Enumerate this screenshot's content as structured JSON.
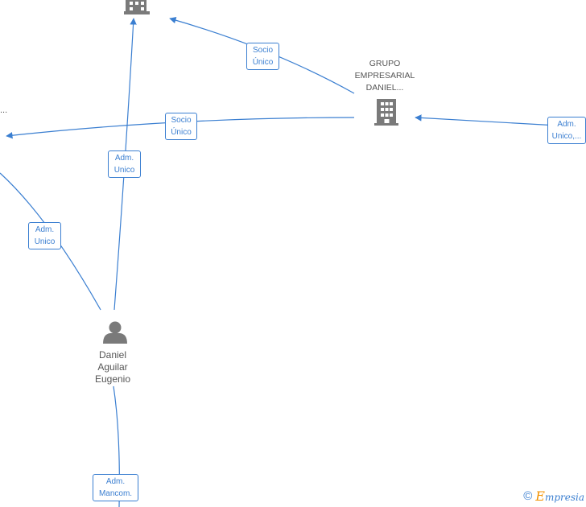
{
  "nodes": {
    "company_top": {
      "name": "",
      "icon": "building-icon"
    },
    "company_grupo": {
      "lines": [
        "GRUPO",
        "EMPRESARIAL",
        "DANIEL..."
      ],
      "icon": "building-icon"
    },
    "person_daniel": {
      "lines": [
        "Daniel",
        "Aguilar",
        "Eugenio"
      ],
      "icon": "person-icon"
    },
    "left_truncated": {
      "text": "..."
    }
  },
  "edges": {
    "socio_top": {
      "line1": "Socio",
      "line2": "Único"
    },
    "socio_left": {
      "line1": "Socio",
      "line2": "Único"
    },
    "adm_right": {
      "line1": "Adm.",
      "line2": "Unico,..."
    },
    "adm_center": {
      "line1": "Adm.",
      "line2": "Unico"
    },
    "adm_left": {
      "line1": "Adm.",
      "line2": "Unico"
    },
    "adm_bottom": {
      "line1": "Adm.",
      "line2": "Mancom."
    }
  },
  "footer": {
    "copyright": "©",
    "brand_initial": "E",
    "brand_rest": "mpresia"
  },
  "colors": {
    "edge": "#3b7fd1",
    "icon": "#7a7a7a",
    "label_text": "#555555",
    "brand_accent": "#f39200"
  }
}
